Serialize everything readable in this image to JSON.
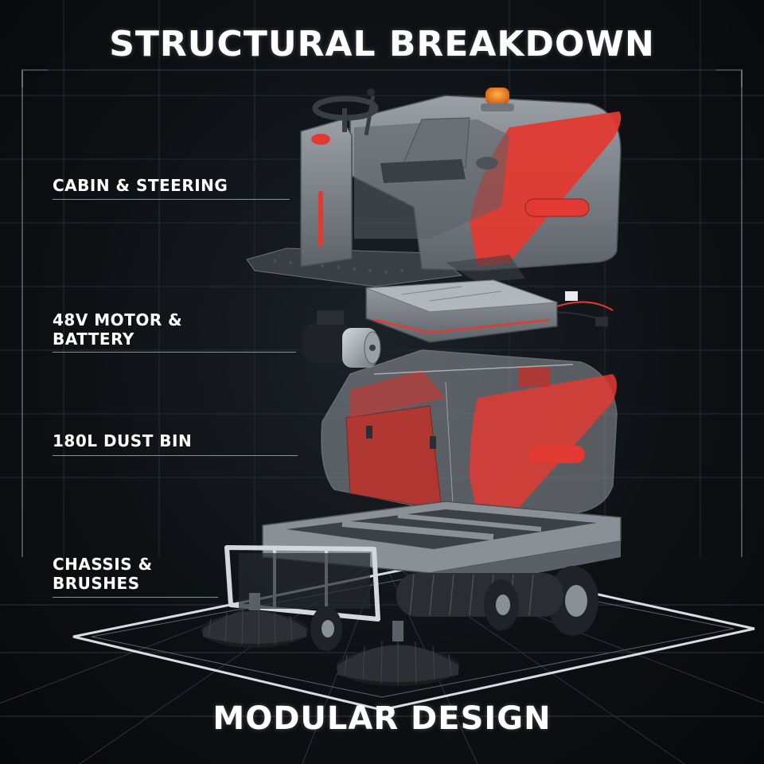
{
  "header": {
    "title": "STRUCTURAL BREAKDOWN"
  },
  "footer": {
    "title": "MODULAR DESIGN"
  },
  "components": [
    {
      "lines": [
        "CABIN & STEERING"
      ]
    },
    {
      "lines": [
        "48V MOTOR &",
        "BATTERY"
      ]
    },
    {
      "lines": [
        "180L DUST BIN"
      ]
    },
    {
      "lines": [
        "CHASSIS &",
        "BRUSHES"
      ]
    }
  ],
  "colors": {
    "accent": "#e23a32",
    "body": "#7c8288",
    "background": "#0b0d10",
    "warning_light": "#f07a1a"
  }
}
